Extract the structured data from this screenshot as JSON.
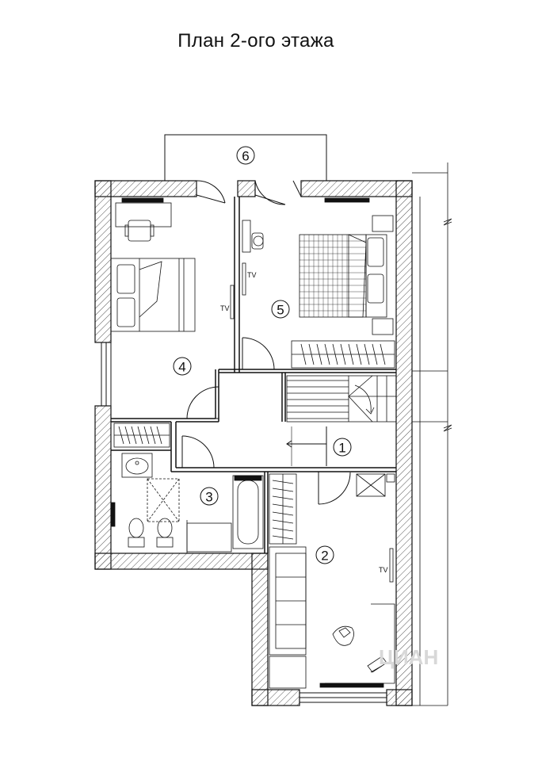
{
  "title": "План 2-ого этажа",
  "rooms": [
    {
      "id": "1"
    },
    {
      "id": "2"
    },
    {
      "id": "3"
    },
    {
      "id": "4"
    },
    {
      "id": "5"
    },
    {
      "id": "6"
    }
  ],
  "tv_label": "TV",
  "watermark": "ЦИАН",
  "colors": {
    "line": "#111111",
    "hatch": "#555555",
    "watermark": "#d8d8d8"
  }
}
